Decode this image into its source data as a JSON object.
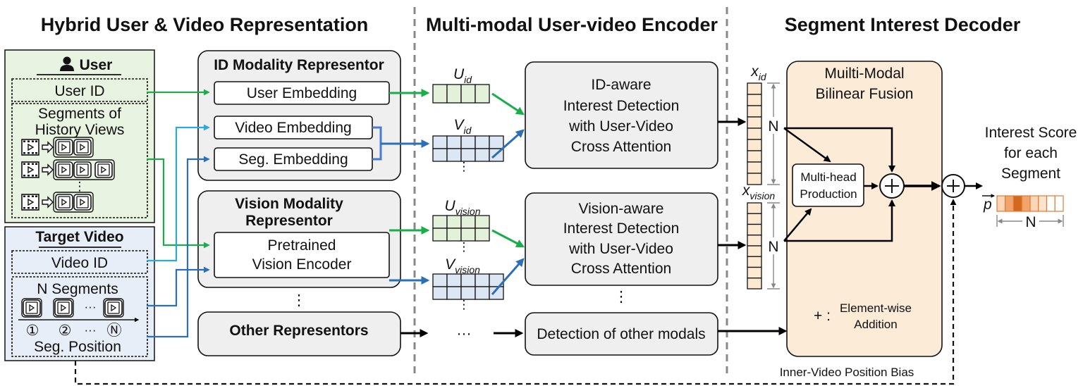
{
  "sections": {
    "left_title": "Hybrid User & Video Representation",
    "middle_title": "Multi-modal User-video Encoder",
    "right_title": "Segment Interest Decoder"
  },
  "user_panel": {
    "header": "User",
    "user_id": "User ID",
    "history_line1": "Segments of",
    "history_line2": "History Views",
    "vdots": "⋮"
  },
  "target_panel": {
    "header": "Target Video",
    "video_id": "Video ID",
    "n_segments": "N Segments",
    "ellipsis": "···",
    "positions": [
      "①",
      "②",
      "···",
      "Ⓝ"
    ],
    "seg_position": "Seg. Position"
  },
  "id_representor": {
    "title": "ID Modality Representor",
    "user_embedding": "User Embedding",
    "video_embedding": "Video Embedding",
    "seg_embedding": "Seg. Embedding"
  },
  "vision_representor": {
    "title_line1": "Vision Modality",
    "title_line2": "Representor",
    "encoder_line1": "Pretrained",
    "encoder_line2": "Vision Encoder"
  },
  "other_representor": {
    "label": "Other Representors",
    "vdots": "⋮"
  },
  "vectors": {
    "u_id": {
      "base": "U",
      "sub": "id"
    },
    "v_id": {
      "base": "V",
      "sub": "id"
    },
    "u_vision": {
      "base": "U",
      "sub": "vision"
    },
    "v_vision": {
      "base": "V",
      "sub": "vision"
    },
    "vdots": "⋮",
    "hdots": "···"
  },
  "detectors": {
    "id_aware": [
      "ID-aware",
      "Interest Detection",
      "with User-Video",
      "Cross Attention"
    ],
    "vision_aware": [
      "Vision-aware",
      "Interest Detection",
      "with User-Video",
      "Cross Attention"
    ],
    "other": "Detection of other modals",
    "vdots": "⋮"
  },
  "decoder": {
    "x_id": {
      "base": "x",
      "sub": "id"
    },
    "x_vision": {
      "base": "x",
      "sub": "vision"
    },
    "n_label": "N",
    "fusion_line1": "Muilti-Modal",
    "fusion_line2": "Bilinear Fusion",
    "multihead_line1": "Multi-head",
    "multihead_line2": "Production",
    "plus": "+",
    "legend_symbol": "+ :",
    "legend_line1": "Element-wise",
    "legend_line2": "Addition",
    "position_bias": "Inner-Video Position Bias"
  },
  "output": {
    "line1": "Interest Score",
    "line2": "for each",
    "line3": "Segment",
    "p_label": "p",
    "n_label": "N"
  },
  "colors": {
    "green": "#1aae4a",
    "light_blue": "#2aa8e0",
    "dark_blue": "#2a6fb8",
    "user_panel_bg": "#e9f3e1",
    "target_panel_bg": "#e8eef8",
    "module_bg": "#efefef",
    "decoder_bg": "#fcebd7",
    "u_cell": "#e3f0da",
    "v_cell": "#dde6f3",
    "x_cell": "#fde9d2",
    "score_dark": "#d2691e",
    "score_mid": "#f2a46b",
    "score_light": "#fbd5b5"
  }
}
